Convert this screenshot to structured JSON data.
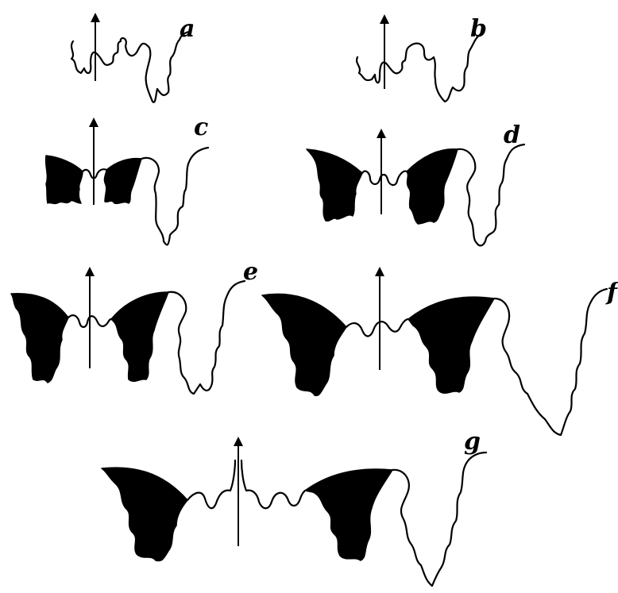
{
  "figure": {
    "panels": [
      {
        "id": "a",
        "label": "a"
      },
      {
        "id": "b",
        "label": "b"
      },
      {
        "id": "c",
        "label": "c"
      },
      {
        "id": "d",
        "label": "d"
      },
      {
        "id": "e",
        "label": "e"
      },
      {
        "id": "f",
        "label": "f"
      },
      {
        "id": "g",
        "label": "g"
      }
    ],
    "colors": {
      "ink": "#000000",
      "background": "#ffffff"
    }
  }
}
